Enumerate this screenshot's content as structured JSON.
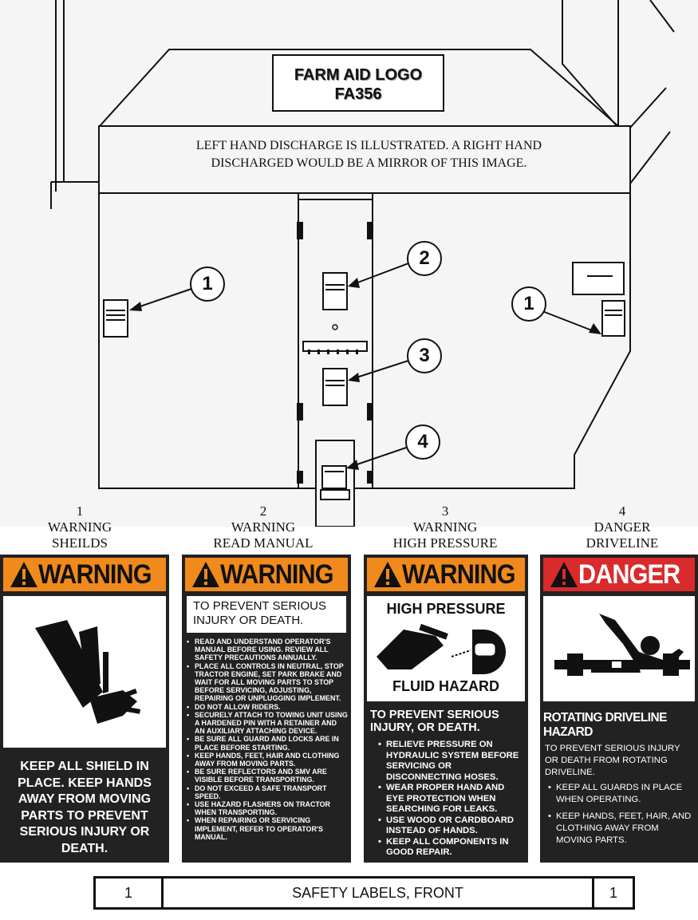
{
  "drawing": {
    "logo_line1": "FARM AID LOGO",
    "logo_line2": "FA356",
    "note": "LEFT HAND DISCHARGE IS ILLUSTRATED. A RIGHT HAND DISCHARGED WOULD BE A MIRROR  OF THIS IMAGE.",
    "callouts": [
      "1",
      "2",
      "3",
      "1",
      "4"
    ]
  },
  "labels": [
    {
      "num": "1",
      "type": "WARNING",
      "name": "SHEILDS"
    },
    {
      "num": "2",
      "type": "WARNING",
      "name": "READ MANUAL"
    },
    {
      "num": "3",
      "type": "WARNING",
      "name": "HIGH PRESSURE"
    },
    {
      "num": "4",
      "type": "DANGER",
      "name": "DRIVELINE"
    }
  ],
  "decals": {
    "shields": {
      "header": "WARNING",
      "icon": "hand-entanglement-icon",
      "body": "KEEP ALL SHIELD IN PLACE. KEEP HANDS AWAY FROM MOVING PARTS TO PREVENT SERIOUS INJURY OR DEATH."
    },
    "manual": {
      "header": "WARNING",
      "title": "TO PREVENT SERIOUS INJURY OR DEATH.",
      "bullets": [
        "READ AND UNDERSTAND OPERATOR'S MANUAL BEFORE USING. REVIEW ALL SAFETY PRECAUTIONS ANNUALLY.",
        "PLACE ALL CONTROLS IN  NEUTRAL, STOP TRACTOR ENGINE, SET PARK BRAKE AND WAIT FOR ALL MOVING PARTS TO STOP BEFORE SERVICING, ADJUSTING, REPAIRING OR UNPLUGGING IMPLEMENT.",
        "DO NOT ALLOW RIDERS.",
        "SECURELY ATTACH TO TOWING UNIT USING A HARDENED PIN WITH A RETAINER AND AN AUXILIARY ATTACHING DEVICE.",
        "BE SURE ALL GUARD AND LOCKS ARE IN PLACE BEFORE STARTING.",
        "KEEP HANDS, FEET, HAIR AND CLOTHING AWAY FROM MOVING PARTS.",
        "BE SURE REFLECTORS AND SMV ARE VISIBLE BEFORE TRANSPORTING.",
        "DO NOT EXCEED A SAFE TRANSPORT SPEED.",
        "USE HAZARD FLASHERS ON TRACTOR WHEN TRANSPORTING.",
        "WHEN REPAIRING OR SERVICING IMPLEMENT, REFER TO OPERATOR'S MANUAL."
      ]
    },
    "pressure": {
      "header": "WARNING",
      "top": "HIGH PRESSURE",
      "bottom": "FLUID HAZARD",
      "icon": "hydraulic-leak-goggles-icon",
      "title": "TO PREVENT SERIOUS INJURY, OR DEATH.",
      "bullets": [
        "RELIEVE PRESSURE ON HYDRAULIC SYSTEM BEFORE SERVICING OR DISCONNECTING HOSES.",
        "WEAR PROPER HAND AND EYE PROTECTION WHEN SEARCHING FOR LEAKS.",
        "USE WOOD OR CARDBOARD INSTEAD OF HANDS.",
        "KEEP ALL COMPONENTS IN GOOD REPAIR."
      ]
    },
    "driveline": {
      "header": "DANGER",
      "icon": "driveline-entanglement-icon",
      "hazard": "ROTATING DRIVELINE HAZARD",
      "intro": "TO PREVENT SERIOUS INJURY OR DEATH FROM ROTATING DRIVELINE.",
      "bullets": [
        "KEEP ALL GUARDS IN PLACE WHEN OPERATING.",
        "KEEP HANDS, FEET, HAIR, AND CLOTHING AWAY FROM MOVING PARTS."
      ]
    }
  },
  "title_block": {
    "left": "1",
    "title": "SAFETY LABELS, FRONT",
    "right": "1"
  },
  "colors": {
    "warning": "#f18a1c",
    "danger": "#d92b2b",
    "decal_bg": "#222222"
  }
}
